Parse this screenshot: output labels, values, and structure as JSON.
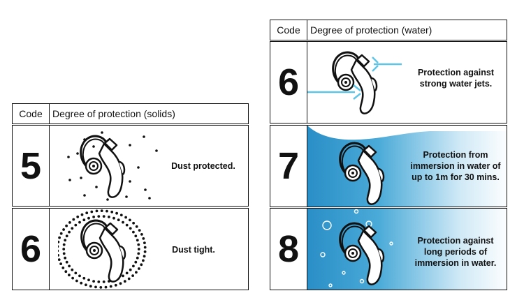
{
  "solids": {
    "header": {
      "code": "Code",
      "degree": "Degree of protection (solids)"
    },
    "rows": [
      {
        "code": "5",
        "desc": [
          "Dust protected."
        ]
      },
      {
        "code": "6",
        "desc": [
          "Dust tight."
        ]
      }
    ]
  },
  "water": {
    "header": {
      "code": "Code",
      "degree": "Degree of protection (water)"
    },
    "rows": [
      {
        "code": "6",
        "desc": [
          "Protection against",
          "strong water jets."
        ]
      },
      {
        "code": "7",
        "desc": [
          "Protection from",
          "immersion in water of",
          "up to 1m for 30 mins."
        ]
      },
      {
        "code": "8",
        "desc": [
          "Protection against",
          "long periods of",
          "immersion in water."
        ]
      }
    ]
  },
  "colors": {
    "water": "#2a8fc7",
    "jet": "#5fc4e6",
    "border": "#111111"
  }
}
